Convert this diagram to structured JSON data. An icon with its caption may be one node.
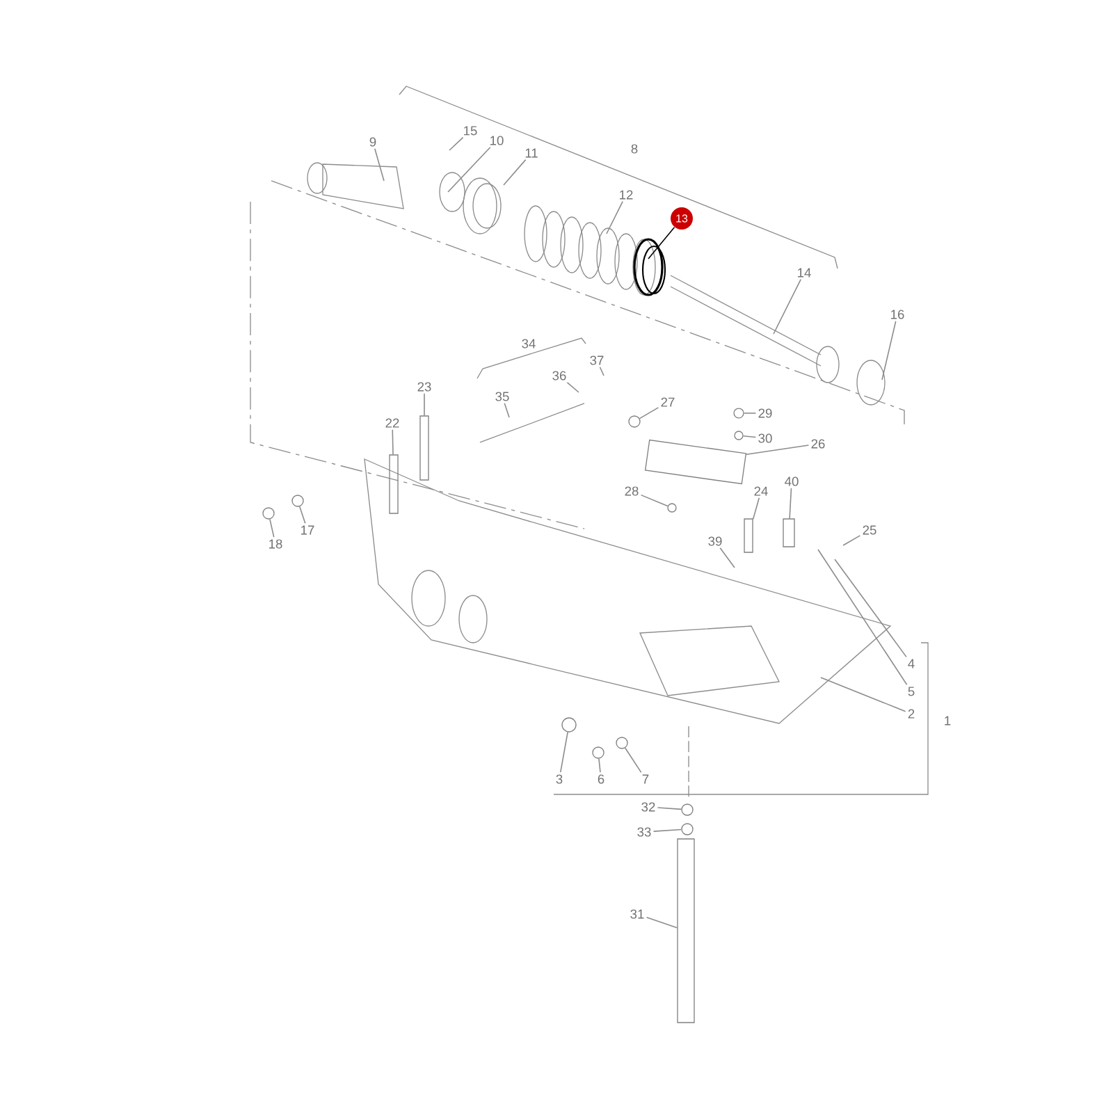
{
  "diagram": {
    "nodes": [
      {
        "text": [
          "9"
        ]
      },
      {
        "text": [
          "15"
        ]
      },
      {
        "text": [
          "10"
        ]
      },
      {
        "text": [
          "11"
        ]
      },
      {
        "text": [
          "12"
        ]
      },
      {
        "text": [
          "13"
        ]
      },
      {
        "text": [
          "14"
        ]
      },
      {
        "text": [
          "16"
        ]
      },
      {
        "text": [
          "36"
        ]
      },
      {
        "text": [
          "37"
        ]
      },
      {
        "text": [
          "35"
        ]
      },
      {
        "text": [
          "27"
        ]
      },
      {
        "text": [
          "23"
        ]
      },
      {
        "text": [
          "22"
        ]
      },
      {
        "text": [
          "29"
        ]
      },
      {
        "text": [
          "30"
        ]
      },
      {
        "text": [
          "26"
        ]
      },
      {
        "text": [
          "28"
        ]
      },
      {
        "text": [
          "24"
        ]
      },
      {
        "text": [
          "40"
        ]
      },
      {
        "text": [
          "39"
        ]
      },
      {
        "text": [
          "25"
        ]
      },
      {
        "text": [
          "18"
        ]
      },
      {
        "text": [
          "17"
        ]
      },
      {
        "text": [
          "4"
        ]
      },
      {
        "text": [
          "5"
        ]
      },
      {
        "text": [
          "2"
        ]
      },
      {
        "text": [
          "3"
        ]
      },
      {
        "text": [
          "6"
        ]
      },
      {
        "text": [
          "7"
        ]
      },
      {
        "text": [
          "32"
        ]
      },
      {
        "text": [
          "33"
        ]
      },
      {
        "text": [
          "31"
        ]
      },
      {
        "text": [],
        "shape": "bar"
      },
      {
        "text": [],
        "shape": "bar"
      },
      {
        "text": [],
        "shape": "circle"
      },
      {
        "text": [],
        "shape": "circle"
      },
      {
        "text": [],
        "shape": "circle"
      },
      {
        "text": [],
        "shape": "circle"
      },
      {
        "text": [],
        "shape": "circle"
      },
      {
        "text": [],
        "shape": "circle"
      },
      {
        "text": [],
        "shape": "bar"
      },
      {
        "text": [],
        "shape": "bar"
      },
      {
        "text": [],
        "shape": "circle"
      },
      {
        "text": [],
        "shape": "circle"
      },
      {
        "text": [],
        "shape": "circle"
      },
      {
        "text": [],
        "shape": "circle"
      },
      {
        "text": [],
        "shape": "circle"
      },
      {
        "text": [],
        "shape": "bar"
      },
      {
        "text": [],
        "shape": "box"
      }
    ],
    "edges": [
      {
        "from": 0,
        "to": null,
        "arrow": "none"
      },
      {
        "from": 1,
        "to": null,
        "arrow": "none"
      },
      {
        "from": 2,
        "to": null,
        "arrow": "none"
      },
      {
        "from": 3,
        "to": null,
        "arrow": "none"
      },
      {
        "from": 4,
        "to": null,
        "arrow": "none"
      },
      {
        "from": 5,
        "to": null,
        "arrow": "none",
        "color": "#000000"
      },
      {
        "from": 6,
        "to": null,
        "arrow": "none"
      },
      {
        "from": 7,
        "to": null,
        "arrow": "none"
      },
      {
        "from": 8,
        "to": null,
        "arrow": "none"
      },
      {
        "from": 9,
        "to": null,
        "arrow": "none"
      },
      {
        "from": 10,
        "to": null,
        "arrow": "none"
      },
      {
        "from": 11,
        "to": 37,
        "arrow": "none"
      },
      {
        "from": 12,
        "to": 33,
        "arrow": "none"
      },
      {
        "from": 13,
        "to": 34,
        "arrow": "none"
      },
      {
        "from": 14,
        "to": 38,
        "arrow": "none"
      },
      {
        "from": 15,
        "to": 39,
        "arrow": "none"
      },
      {
        "from": 16,
        "to": 49,
        "arrow": "none"
      },
      {
        "from": 17,
        "to": 40,
        "arrow": "none"
      },
      {
        "from": 18,
        "to": 41,
        "arrow": "none"
      },
      {
        "from": 19,
        "to": 42,
        "arrow": "none"
      },
      {
        "from": 20,
        "to": null,
        "arrow": "none"
      },
      {
        "from": 21,
        "to": null,
        "arrow": "none"
      },
      {
        "from": 22,
        "to": 35,
        "arrow": "none"
      },
      {
        "from": 23,
        "to": 36,
        "arrow": "none"
      },
      {
        "from": 24,
        "to": null,
        "arrow": "none"
      },
      {
        "from": 25,
        "to": null,
        "arrow": "none"
      },
      {
        "from": 26,
        "to": null,
        "arrow": "none"
      },
      {
        "from": 27,
        "to": 43,
        "arrow": "none"
      },
      {
        "from": 28,
        "to": 44,
        "arrow": "none"
      },
      {
        "from": 29,
        "to": 45,
        "arrow": "none"
      },
      {
        "from": 30,
        "to": 46,
        "arrow": "none"
      },
      {
        "from": 31,
        "to": 47,
        "arrow": "none"
      },
      {
        "from": 32,
        "to": 48,
        "arrow": "none"
      }
    ],
    "labels": [
      "8",
      "34",
      "1"
    ]
  }
}
